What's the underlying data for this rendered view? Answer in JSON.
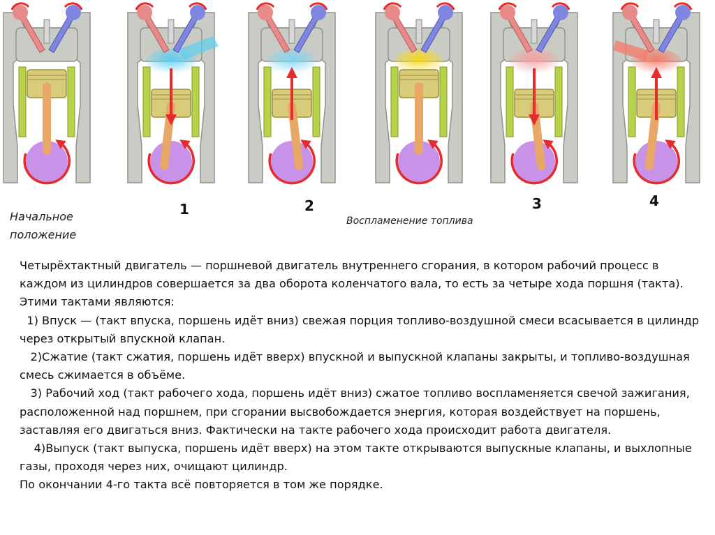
{
  "labels": {
    "initial": [
      "Начальное",
      "положение"
    ],
    "ignition": "Воспламенение топлива",
    "steps": [
      "1",
      "2",
      "3",
      "4"
    ]
  },
  "text": {
    "intro": "Четырёхтактный двигатель — поршневой двигатель внутреннего сгорания, в котором рабочий процесс в каждом из цилиндров совершается за два оборота коленчатого вала, то есть за четыре хода поршня (такта). Этими тактами являются:",
    "step1": "  1) Впуск — (такт впуска, поршень идёт вниз) свежая порция топливо-воздушной смеси всасывается в цилиндр через открытый впускной клапан.",
    "step2": "   2)Сжатие (такт сжатия, поршень идёт вверх) впускной и выпускной клапаны закрыты, и топливо-воздушная смесь сжимается в объёме.",
    "step3": "   3) Рабочий ход (такт рабочего хода, поршень идёт вниз) сжатое топливо воспламеняется свечой зажигания, расположенной над поршнем, при сгорании высвобождается энергия, которая воздействует на поршень, заставляя его двигаться вниз. Фактически на такте рабочего хода происходит работа двигателя.",
    "step4": "    4)Выпуск (такт выпуска, поршень идёт вверх) на этом такте открываются выпускные клапаны, и выхлопные газы, проходя через них, очищают цилиндр.",
    "outro": "По окончании 4-го такта всё повторяется в том же порядке."
  },
  "diagram": {
    "colors": {
      "block": "#c9ccc4",
      "blockDark": "#8f948b",
      "cylinderWall": "#b8d34a",
      "piston": "#d8cc7a",
      "rod": "#e8a766",
      "crank": "#c58ce8",
      "arrow": "#e52b2b",
      "intakeValve": "#7f86e0",
      "exhaustValve": "#e88a8a",
      "sparkPlug": "#d8d8d8",
      "intakeGas": "#5ecff0",
      "compressGas": "#7fd4f2",
      "ignitionGas": "#f5d81f",
      "exhaustGas": "#f4a0a0",
      "exhaustGasStrong": "#f47a6a"
    },
    "engines": [
      {
        "phase": "initial",
        "piston": "top",
        "motion": "none",
        "gas": "none",
        "crank": "top"
      },
      {
        "phase": "intake",
        "piston": "bottom",
        "motion": "down",
        "gas": "intake",
        "crank": "bottom"
      },
      {
        "phase": "compression",
        "piston": "bottom",
        "motion": "up",
        "gas": "compress",
        "crank": "bottom"
      },
      {
        "phase": "ignition",
        "piston": "top",
        "motion": "none",
        "gas": "ignition",
        "crank": "top"
      },
      {
        "phase": "power",
        "piston": "bottom",
        "motion": "down",
        "gas": "exhaust",
        "crank": "bottom"
      },
      {
        "phase": "exhaust",
        "piston": "bottom",
        "motion": "up",
        "gas": "exhaustStrong",
        "crank": "bottom"
      }
    ]
  }
}
